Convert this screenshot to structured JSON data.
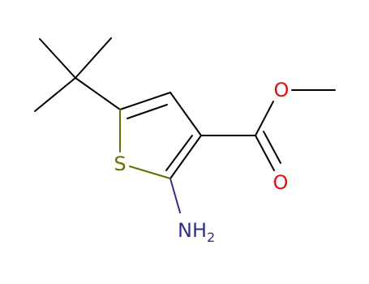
{
  "colors": {
    "carbon": "#000000",
    "sulfur": "#6b6b00",
    "nitrogen": "#2f2f8f",
    "oxygen": "#e01010",
    "background": "#ffffff"
  },
  "atoms": {
    "sulfur": {
      "symbol": "S"
    },
    "amino": {
      "symbol": "NH",
      "subscript": "2"
    },
    "ester_oxygen": {
      "symbol": "O"
    },
    "carbonyl_oxygen": {
      "symbol": "O"
    }
  }
}
